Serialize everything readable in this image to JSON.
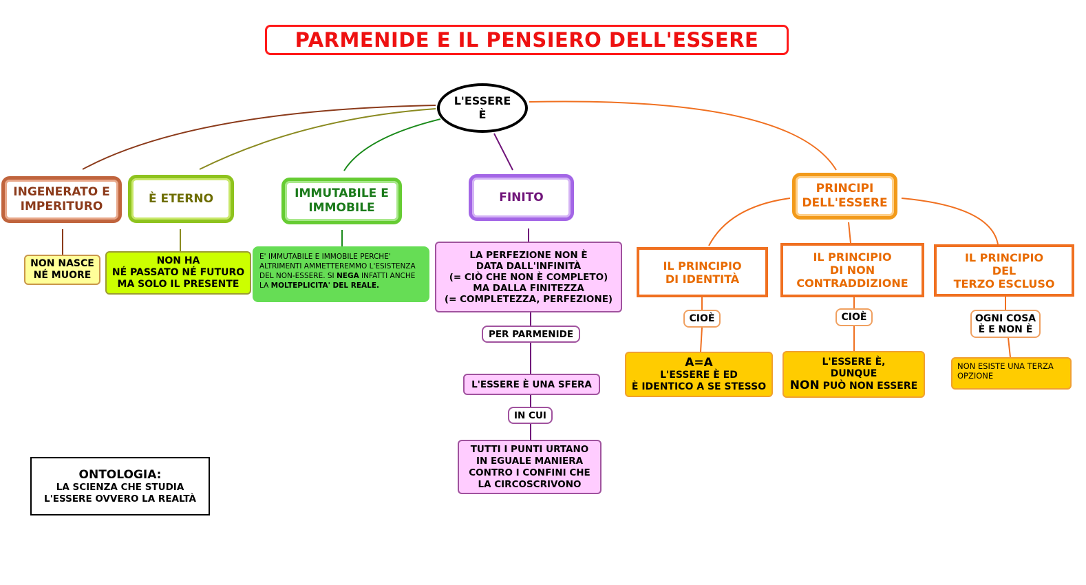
{
  "title": "PARMENIDE E IL PENSIERO DELL'ESSERE",
  "central": "L'ESSERE\nÈ",
  "branches": {
    "ingenerato": "INGENERATO E\nIMPERITURO",
    "eterno": "È ETERNO",
    "immutabile": "IMMUTABILE E\nIMMOBILE",
    "finito": "FINITO",
    "principi": "PRINCIPI\nDELL'ESSERE"
  },
  "details": {
    "non_nasce": "NON NASCE\nNÉ MUORE",
    "non_ha": "NON HA\nNÉ PASSATO NÉ FUTURO\nMA SOLO IL PRESENTE",
    "immutabile_text_a": "E' IMMUTABILE E IMMOBILE PERCHE' ALTRIMENTI AMMETTEREMMO L'ESISTENZA DEL NON-ESSERE. SI ",
    "immutabile_text_b": "NEGA",
    "immutabile_text_c": " INFATTI ANCHE LA ",
    "immutabile_text_d": "MOLTEPLICITA' DEL REALE.",
    "perfezione": "LA PERFEZIONE NON È\nDATA DALL'INFINITÀ\n(= CIÒ CHE NON È COMPLETO)\nMA DALLA FINITEZZA\n(= COMPLETEZZA, PERFEZIONE)",
    "per_parmenide": "PER PARMENIDE",
    "sfera": "L'ESSERE È UNA SFERA",
    "in_cui": "IN CUI",
    "punti": "TUTTI I PUNTI URTANO\nIN EGUALE MANIERA\nCONTRO I CONFINI CHE\nLA CIRCOSCRIVONO"
  },
  "principles": {
    "identita": "IL PRINCIPIO\nDI IDENTITÀ",
    "non_contraddizione": "IL PRINCIPIO\nDI NON\nCONTRADDIZIONE",
    "terzo_escluso": "IL PRINCIPIO\nDEL\nTERZO ESCLUSO",
    "cioe_1": "CIOÈ",
    "cioe_2": "CIOÈ",
    "ogni_cosa": "OGNI COSA\nÈ E NON È",
    "aea_head": "A=A",
    "aea_body": "L'ESSERE È ED\nÈ IDENTICO A SE STESSO",
    "essere_head": "L'ESSERE È,\nDUNQUE",
    "essere_non": "NON",
    "essere_tail": " PUÒ NON ESSERE",
    "non_esiste": "NON ESISTE UNA TERZA\nOPZIONE"
  },
  "ontologia": {
    "title": "ONTOLOGIA:",
    "desc": "LA SCIENZA CHE STUDIA\nL'ESSERE OVVERO LA REALTÀ"
  },
  "colors": {
    "title_red": "#ee1111",
    "brown": "#8b3a1a",
    "olive": "#6d6d00",
    "green": "#1a7a1a",
    "purple": "#70157a",
    "orange": "#e86a00"
  }
}
